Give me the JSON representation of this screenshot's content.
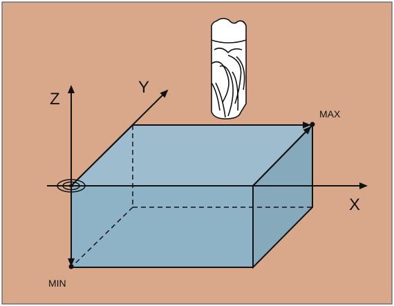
{
  "colors": {
    "background": "#d9a88a",
    "block_front": "#8fb3c6",
    "block_top": "#9dbccd",
    "block_side": "#86a9bc",
    "stroke": "#111111",
    "tool_fill": "#ffffff",
    "frame_border": "#6f6f6f"
  },
  "labels": {
    "axis_x": "X",
    "axis_y": "Y",
    "axis_z": "Z",
    "point_max": "MAX",
    "point_min": "MIN"
  },
  "icons": {
    "tool": "end-mill-icon",
    "origin": "origin-target-icon"
  }
}
